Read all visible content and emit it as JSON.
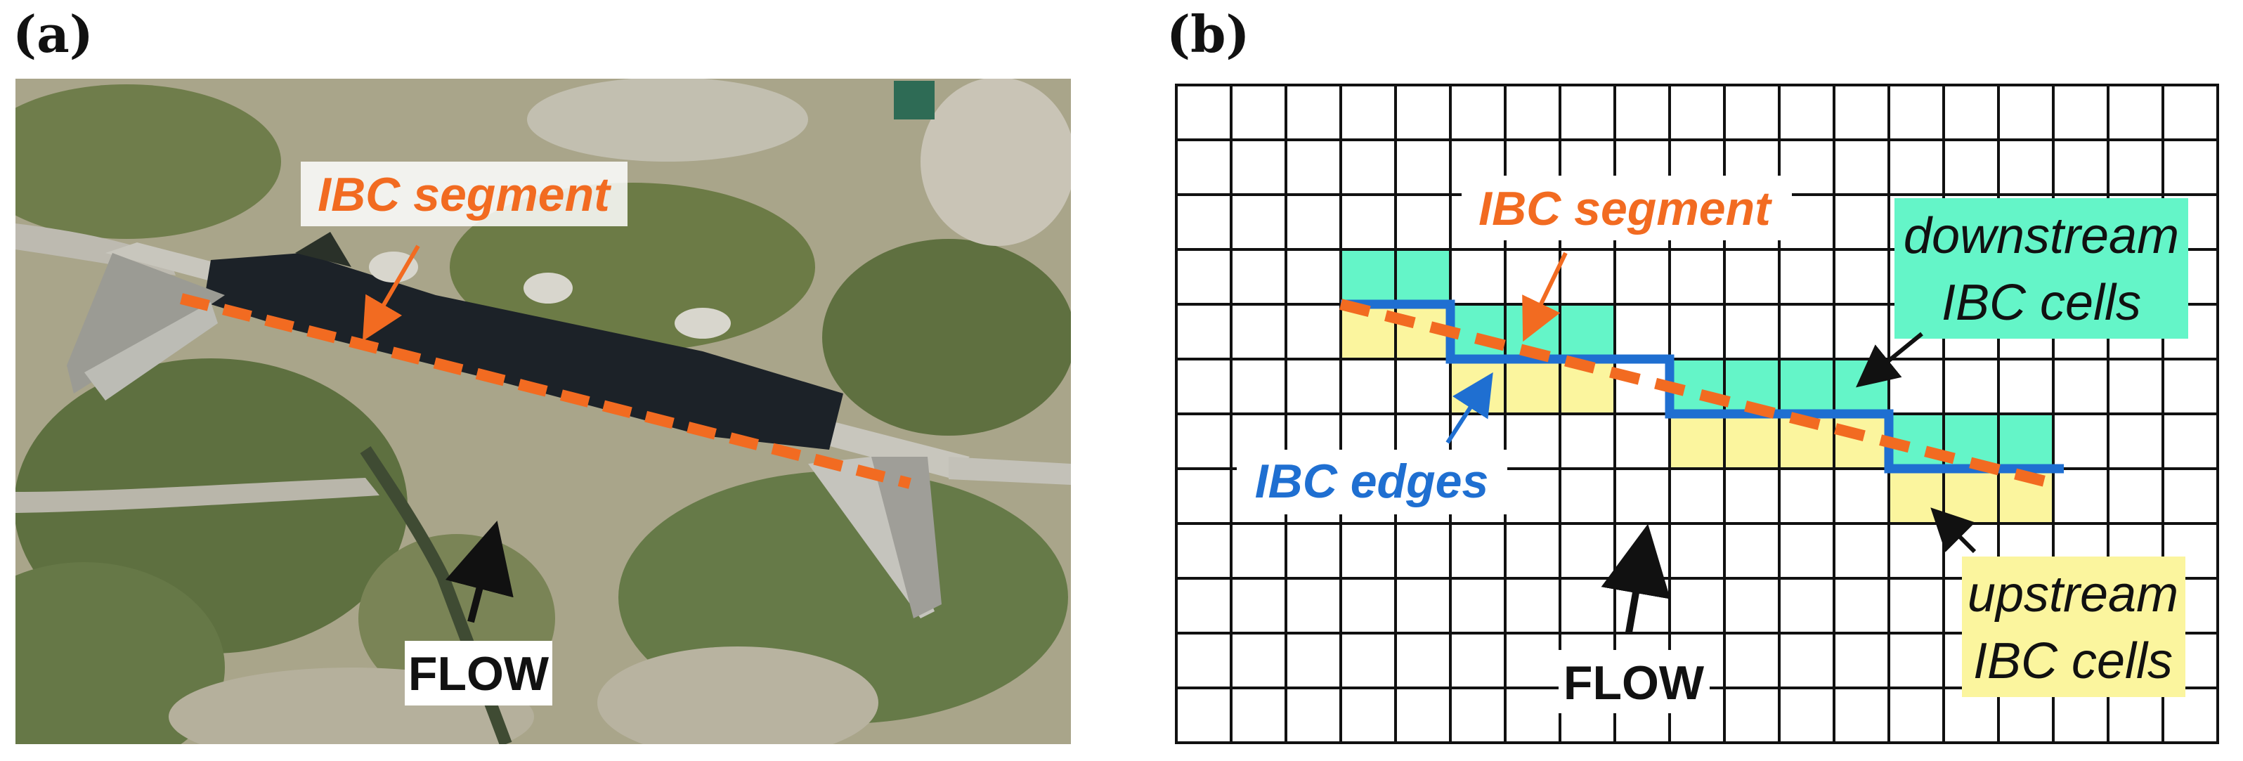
{
  "panel_a": {
    "label": "(a)",
    "segment_label": "IBC segment",
    "flow_label": "FLOW"
  },
  "panel_b": {
    "label": "(b)",
    "segment_label": "IBC segment",
    "edges_label": "IBC edges",
    "downstream_label_line1": "downstream",
    "downstream_label_line2": "IBC cells",
    "upstream_label_line1": "upstream",
    "upstream_label_line2": "IBC cells",
    "flow_label": "FLOW"
  },
  "colors": {
    "segment": "#f26b21",
    "edges": "#1f6fd1",
    "downstream_cells": "#64f5c8",
    "upstream_cells": "#fbf59e",
    "grid": "#111111"
  }
}
